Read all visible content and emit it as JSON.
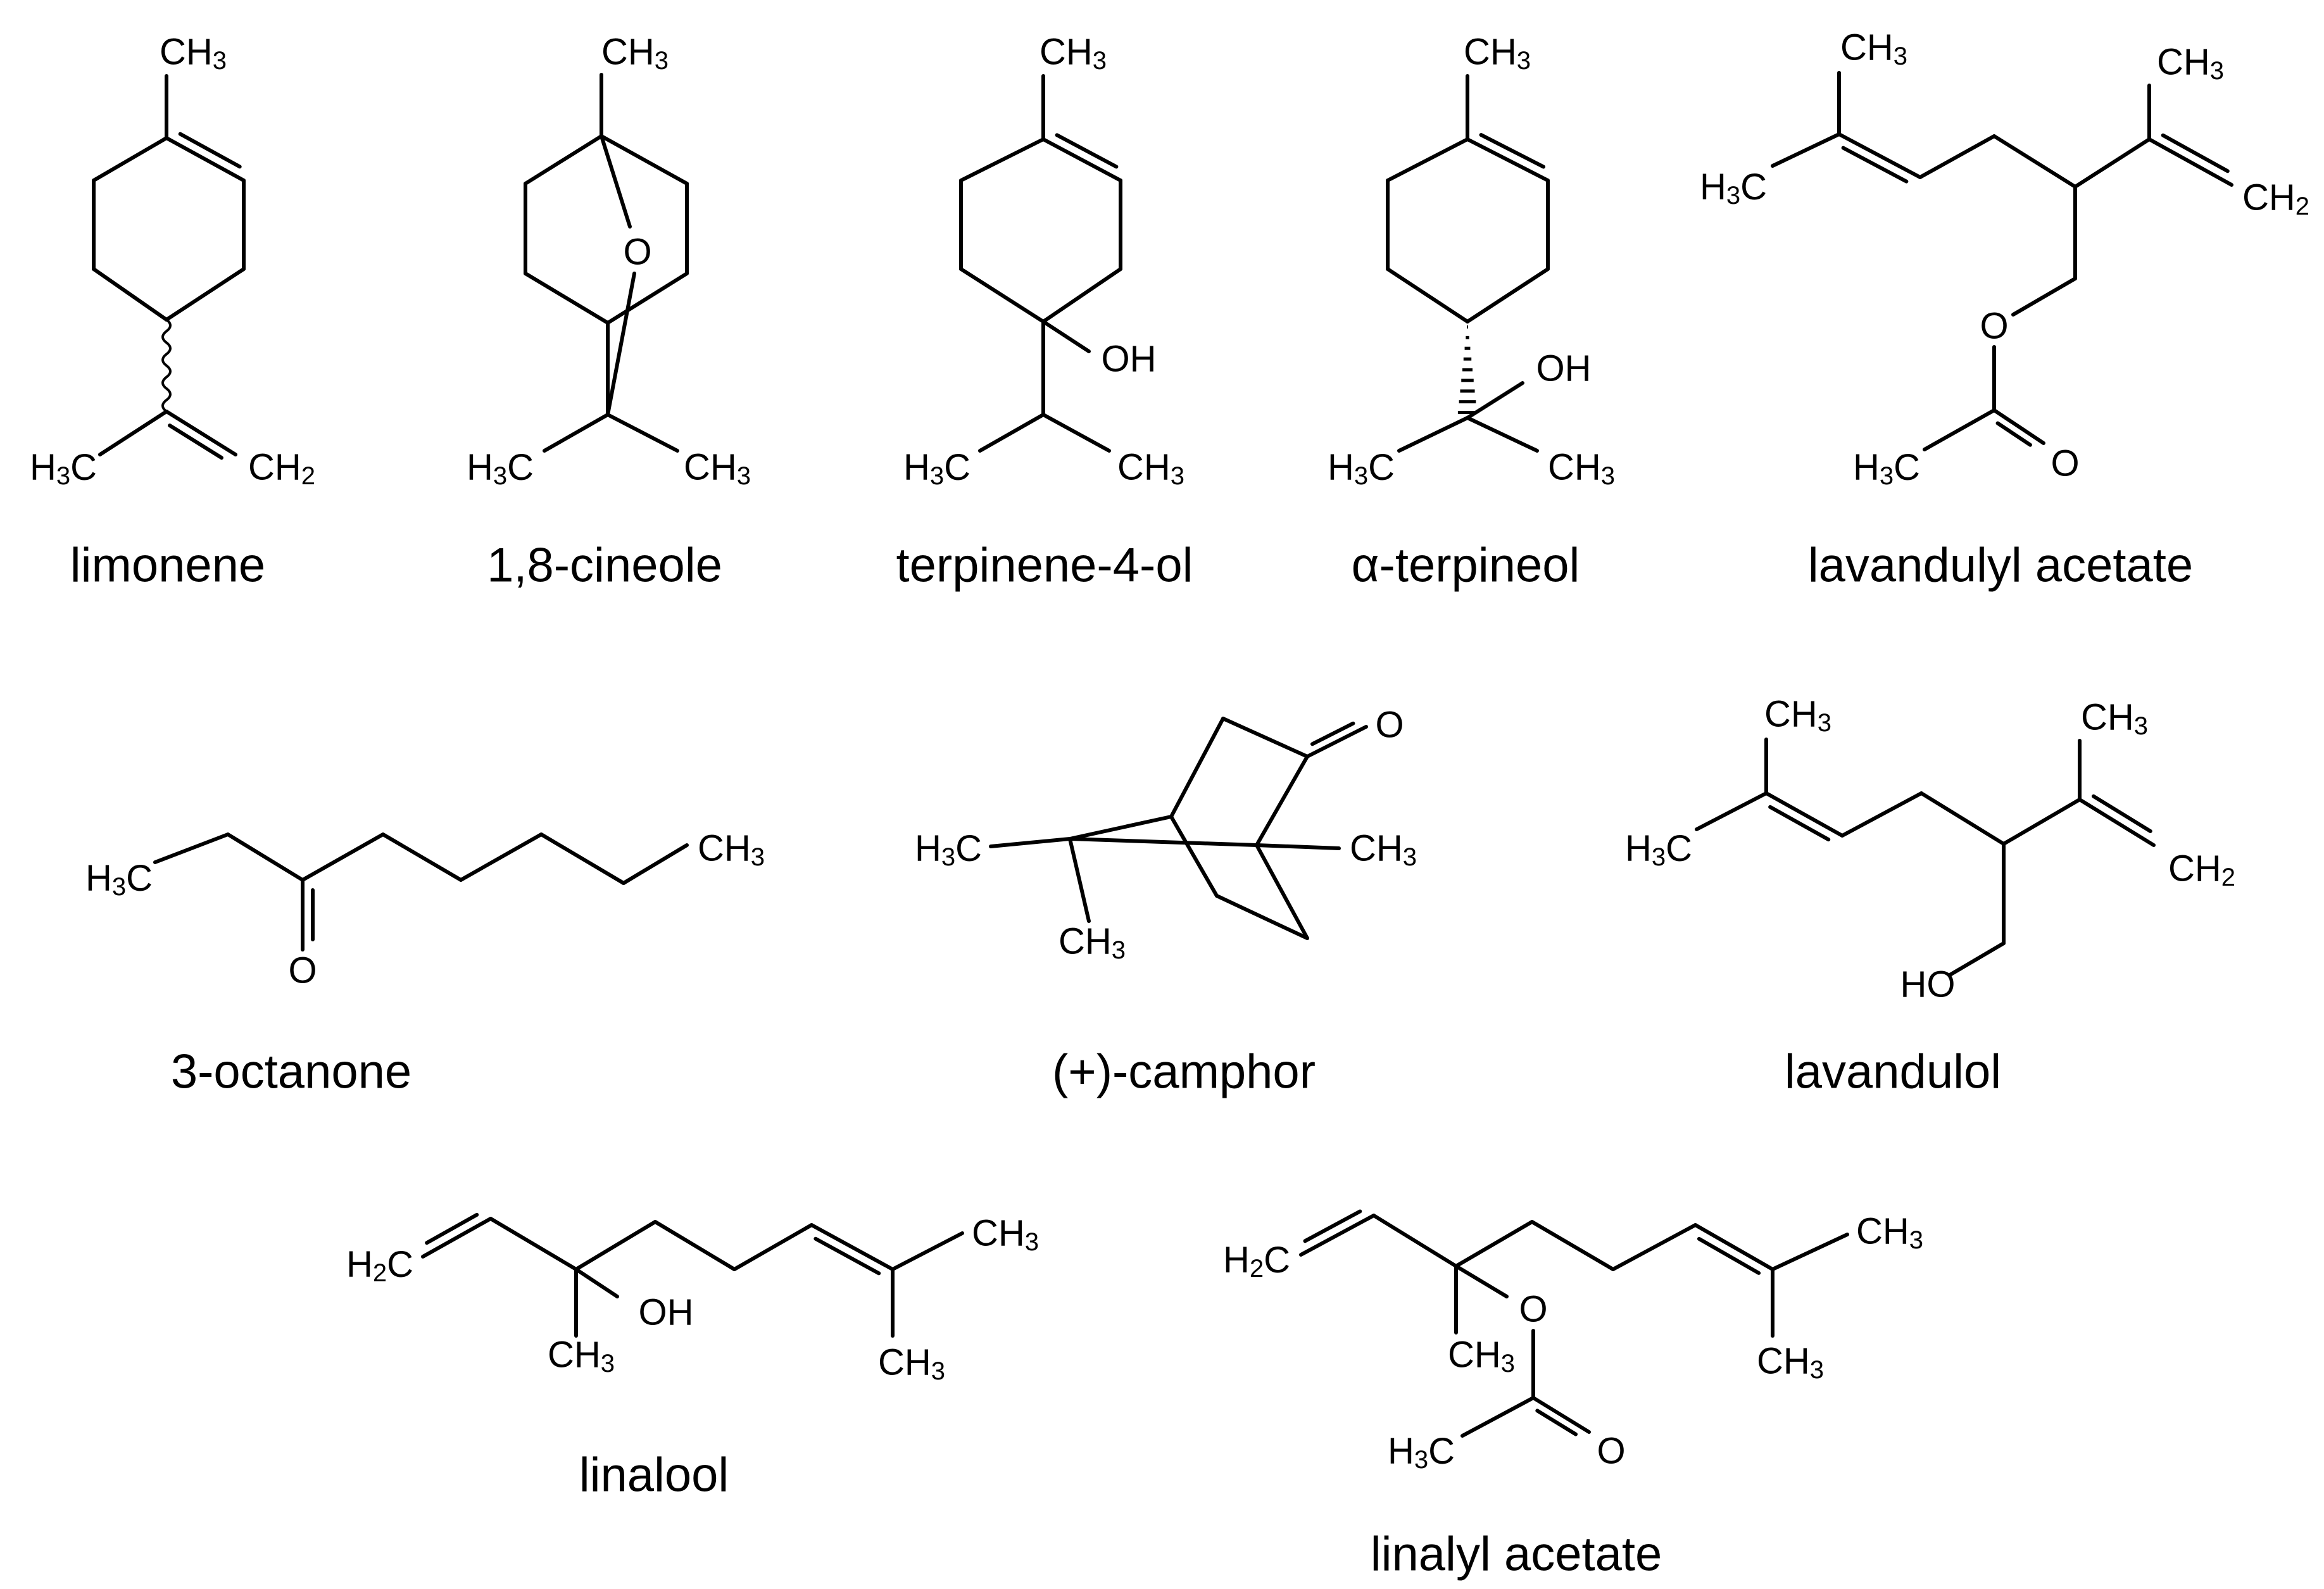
{
  "compounds": [
    {
      "name": "limonene"
    },
    {
      "name": "1,8-cineole"
    },
    {
      "name": "terpinene-4-ol"
    },
    {
      "name": "α-terpineol"
    },
    {
      "name": "lavandulyl acetate"
    },
    {
      "name": "3-octanone"
    },
    {
      "name": "(+)-camphor"
    },
    {
      "name": "lavandulol"
    },
    {
      "name": "linalool"
    },
    {
      "name": "linalyl acetate"
    }
  ],
  "labels": {
    "ch3": "CH3",
    "h3c": "H3C",
    "ch2": "CH2",
    "h2c": "H2C",
    "oh": "OH",
    "ho": "HO",
    "o": "O"
  }
}
